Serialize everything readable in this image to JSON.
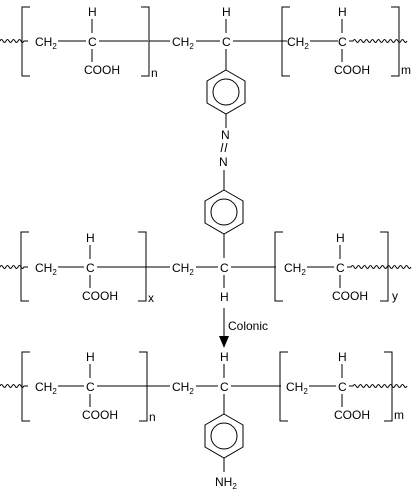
{
  "labels": {
    "ch": "CH",
    "sub2": "2",
    "cooh": "COOH",
    "h": "H",
    "c": "C",
    "n_atom": "N",
    "nh": "NH",
    "n": "n",
    "m": "m",
    "x": "x",
    "y": "y",
    "reaction": "Colonic"
  }
}
